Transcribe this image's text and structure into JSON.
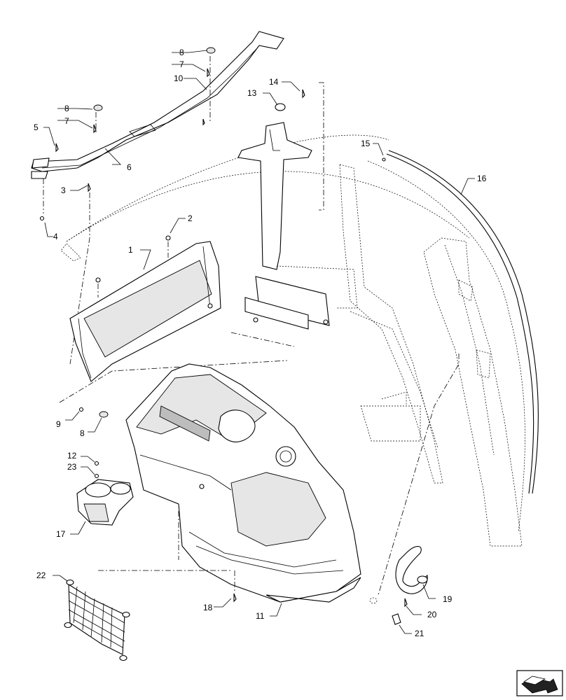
{
  "callouts": {
    "c1": "1",
    "c2": "2",
    "c3": "3",
    "c4": "4",
    "c5": "5",
    "c6": "6",
    "c7a": "7",
    "c7b": "7",
    "c8a": "8",
    "c8b": "8",
    "c8c": "8",
    "c9": "9",
    "c10": "10",
    "c11": "11",
    "c12": "12",
    "c13": "13",
    "c14": "14",
    "c15": "15",
    "c16": "16",
    "c17": "17",
    "c18": "18",
    "c19": "19",
    "c20": "20",
    "c21": "21",
    "c22": "22",
    "c23": "23"
  },
  "icons": {
    "navigation": "view-orientation-icon"
  }
}
